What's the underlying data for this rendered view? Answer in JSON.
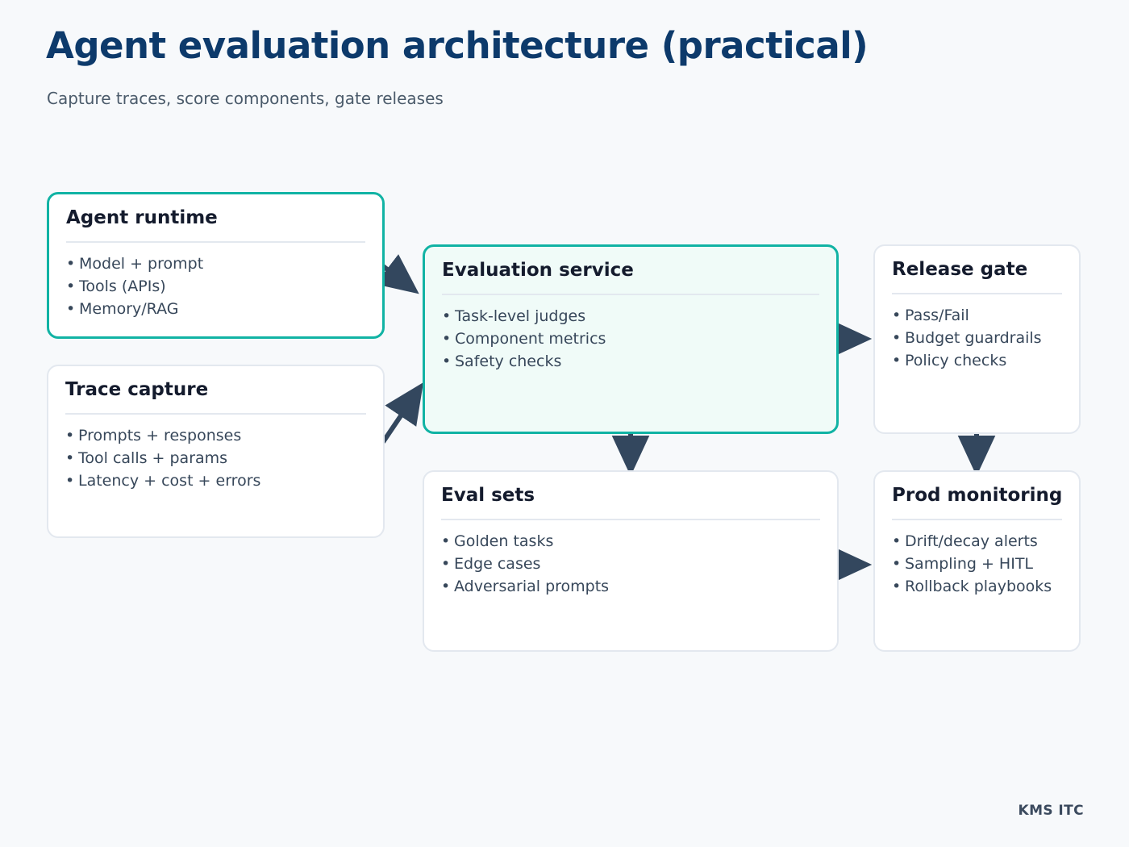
{
  "header": {
    "title": "Agent evaluation architecture (practical)",
    "subtitle": "Capture traces, score components, gate releases"
  },
  "theme": {
    "background": "#f7f9fb",
    "title_color": "#0d3a6b",
    "subtitle_color": "#4a5a6a",
    "accent": "#11b3a4",
    "accent_fill": "#f0fbf8",
    "card_border": "#e3e8ef",
    "card_bg": "#ffffff",
    "body_text": "#37475a",
    "card_title_color": "#141b2d",
    "arrow_color": "#33475e"
  },
  "cards": [
    {
      "id": "agent-runtime",
      "title": "Agent runtime",
      "style": "accent",
      "items": [
        "Model + prompt",
        "Tools (APIs)",
        "Memory/RAG"
      ]
    },
    {
      "id": "trace-capture",
      "title": "Trace capture",
      "style": "plain",
      "items": [
        "Prompts + responses",
        "Tool calls + params",
        "Latency + cost + errors"
      ]
    },
    {
      "id": "evaluation-service",
      "title": "Evaluation service",
      "style": "accent-fill",
      "items": [
        "Task-level judges",
        "Component metrics",
        "Safety checks"
      ]
    },
    {
      "id": "release-gate",
      "title": "Release gate",
      "style": "plain",
      "items": [
        "Pass/Fail",
        "Budget guardrails",
        "Policy checks"
      ]
    },
    {
      "id": "eval-sets",
      "title": "Eval sets",
      "style": "plain",
      "items": [
        "Golden tasks",
        "Edge cases",
        "Adversarial prompts"
      ]
    },
    {
      "id": "prod-monitoring",
      "title": "Prod monitoring",
      "style": "plain",
      "items": [
        "Drift/decay alerts",
        "Sampling + HITL",
        "Rollback playbooks"
      ]
    }
  ],
  "connectors": [
    {
      "from": "agent-runtime",
      "to": "evaluation-service",
      "direction": "diagonal-down-right"
    },
    {
      "from": "trace-capture",
      "to": "evaluation-service",
      "direction": "diagonal-up-right"
    },
    {
      "from": "evaluation-service",
      "to": "release-gate",
      "direction": "right"
    },
    {
      "from": "evaluation-service",
      "to": "eval-sets",
      "direction": "down"
    },
    {
      "from": "release-gate",
      "to": "prod-monitoring",
      "direction": "down"
    },
    {
      "from": "eval-sets",
      "to": "prod-monitoring",
      "direction": "right"
    }
  ],
  "footer": {
    "brand": "KMS ITC"
  }
}
